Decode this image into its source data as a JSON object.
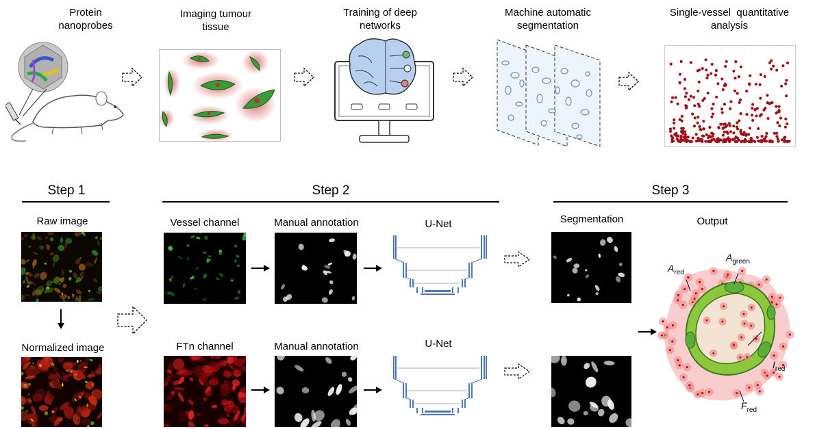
{
  "top": {
    "s1": "Protein\nnanoprobes",
    "s2": "Imaging tumour\ntissue",
    "s3": "Training of deep\nnetworks",
    "s4": "Machine automatic\nsegmentation",
    "s5": "Single-vessel  quantitative\nanalysis"
  },
  "steps": {
    "step1": "Step 1",
    "step2": "Step 2",
    "step3": "Step 3"
  },
  "labels": {
    "raw": "Raw image",
    "normalized": "Normalized  image",
    "vessel": "Vessel channel",
    "ftn": "FTn channel",
    "manual1": "Manual  annotation",
    "manual2": "Manual  annotation",
    "unet1": "U-Net",
    "unet2": "U-Net",
    "segmentation": "Segmentation",
    "output": "Output"
  },
  "vars": {
    "a_red": {
      "sym": "A",
      "sub": "red"
    },
    "a_green": {
      "sym": "A",
      "sub": "green"
    },
    "i_red": {
      "sym": "I",
      "sub": "red"
    },
    "f_red": {
      "sym": "F",
      "sub": "red"
    }
  },
  "colors": {
    "green": "#2e9e3e",
    "red": "#d0202a",
    "dark_red": "#a01016",
    "unet_blue": "#4a78c0"
  }
}
